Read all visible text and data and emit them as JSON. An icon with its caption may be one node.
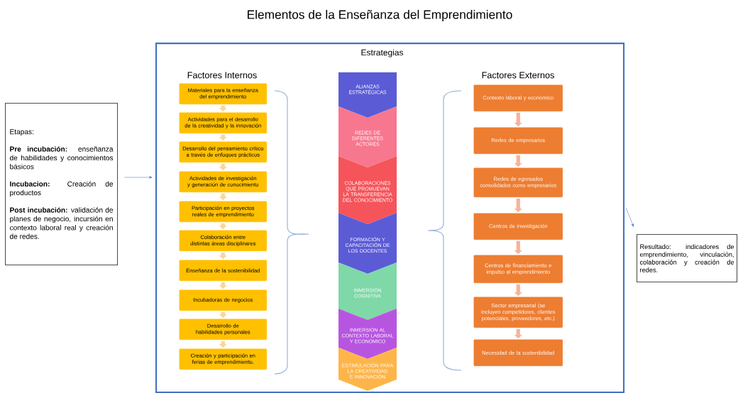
{
  "diagram": {
    "title": "Elementos de la Enseñanza del Emprendimiento",
    "nodes": [
      {
        "text": [
          "Etapas:",
          "**Pre incubación:** enseñanza de habilidades y conocimientos básicos",
          "**Incubacion:** Creación de productos",
          "**Post incubación:** validación de planes de negocio, incursión en contexto laboral real y creación de redes."
        ]
      },
      {
        "text": [
          "Estrategias"
        ]
      },
      {
        "text": [
          "Materiales para la enseñanza del emprendimiento"
        ],
        "in": 1
      },
      {
        "text": [
          "Actividades para el desarrollo de la creatividad y la innovación"
        ],
        "in": 1
      },
      {
        "text": [
          "Desarrollo del pensamiento crítico a través de enfoques prácticos"
        ],
        "in": 1
      },
      {
        "text": [
          "Actividades de investigación y generación de conocimiento"
        ],
        "in": 1
      },
      {
        "text": [
          "Participación en proyectos reales de emprendimiento"
        ],
        "in": 1
      },
      {
        "text": [
          "Colaboración entre distintas áreas disciplinares"
        ],
        "in": 1
      },
      {
        "text": [
          "Enseñanza de la sostenibilidad"
        ],
        "in": 1
      },
      {
        "text": [
          "Incubadoras de negocios"
        ],
        "in": 1
      },
      {
        "text": [
          "Desarrollo de habilidades personales"
        ],
        "in": 1
      },
      {
        "text": [
          "Creación y participación en ferias de emprendimiento."
        ],
        "in": 1
      },
      {
        "text": [
          "ALIANZAS ESTRATÉGICAS"
        ],
        "in": 1
      },
      {
        "text": [
          "REDES DE DIFERENTES ACTORES"
        ],
        "in": 1
      },
      {
        "text": [
          "COLABORACIONES QUE PROMUEVAN LA TRANSFERENCIA DEL CONOCIMIENTO"
        ],
        "in": 1
      },
      {
        "text": [
          "FORMACIÓN Y CAPACITACIÓN DE LOS DOCENTES"
        ],
        "in": 1
      },
      {
        "text": [
          "INMERSIÓN COGNITIVA"
        ],
        "in": 1
      },
      {
        "text": [
          "INMERSIÓN AL CONTEXTO LABORAL Y ECONÓMICO"
        ],
        "in": 1
      },
      {
        "text": [
          "ESTIMULACIÓN PARA LA CREATIVIDAD E INNOVACIÓN"
        ],
        "in": 1
      },
      {
        "text": [
          "Contexto laboral y económico"
        ],
        "in": 1
      },
      {
        "text": [
          "Redes de empresarios"
        ],
        "in": 1
      },
      {
        "text": [
          "Redes de egresados consolidados como empresarios"
        ],
        "in": 1
      },
      {
        "text": [
          "Centros de investigación"
        ],
        "in": 1
      },
      {
        "text": [
          "Centros de financiamiento e impulso al emprendimiento"
        ],
        "in": 1
      },
      {
        "text": [
          "Sector empresarial (se incluyen competidores, clientes potenciales, proveedores, etc.)"
        ],
        "in": 1
      },
      {
        "text": [
          "Necesidad de la sostenibilidad"
        ],
        "in": 1
      },
      {
        "text": [
          "Resultado: indicadores de emprendimiento, vinculación, colaboración y creación de redes."
        ]
      }
    ],
    "edges": [
      {
        "from": 0,
        "to": 1,
        "arrow": "to",
        "color": "#4472c4"
      },
      {
        "from": 1,
        "to": 26,
        "arrow": "to",
        "color": "#4472c4"
      },
      {
        "from": 2,
        "to": 3,
        "arrow": "to"
      },
      {
        "from": 3,
        "to": 4,
        "arrow": "to"
      },
      {
        "from": 4,
        "to": 5,
        "arrow": "to"
      },
      {
        "from": 5,
        "to": 6,
        "arrow": "to"
      },
      {
        "from": 6,
        "to": 7,
        "arrow": "to"
      },
      {
        "from": 7,
        "to": 8,
        "arrow": "to"
      },
      {
        "from": 8,
        "to": 9,
        "arrow": "to"
      },
      {
        "from": 9,
        "to": 10,
        "arrow": "to"
      },
      {
        "from": 10,
        "to": 11,
        "arrow": "to"
      },
      {
        "from": 19,
        "to": 20,
        "arrow": "to"
      },
      {
        "from": 20,
        "to": 21,
        "arrow": "to"
      },
      {
        "from": 21,
        "to": 22,
        "arrow": "to"
      },
      {
        "from": 22,
        "to": 23,
        "arrow": "to"
      },
      {
        "from": 23,
        "to": 24,
        "arrow": "to"
      },
      {
        "from": 24,
        "to": 25,
        "arrow": "to"
      }
    ],
    "labels": [
      "Factores Internos",
      "Factores Externos"
    ]
  }
}
